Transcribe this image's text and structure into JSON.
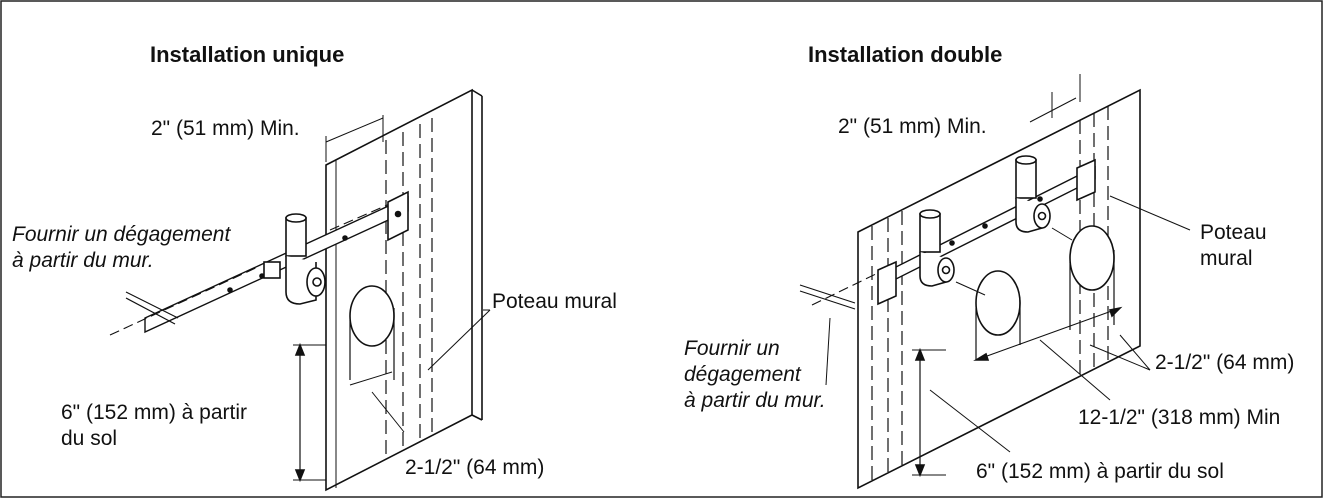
{
  "left": {
    "title": "Installation unique",
    "dim_top": "2\" (51 mm) Min.",
    "clearance_line1": "Fournir un dégagement",
    "clearance_line2": "à partir du mur.",
    "stud": "Poteau mural",
    "height_line1": "6\" (152 mm) à partir",
    "height_line2": "du sol",
    "dim_bottom": "2-1/2\" (64 mm)"
  },
  "right": {
    "title": "Installation double",
    "dim_top": "2\" (51 mm) Min.",
    "stud_line1": "Poteau",
    "stud_line2": "mural",
    "dim_right": "2-1/2\" (64 mm)",
    "clearance_line1": "Fournir un",
    "clearance_line2": "dégagement",
    "clearance_line3": "à partir du mur.",
    "dim_spacing": "12-1/2\" (318 mm) Min",
    "height": "6\" (152 mm) à partir du sol"
  }
}
